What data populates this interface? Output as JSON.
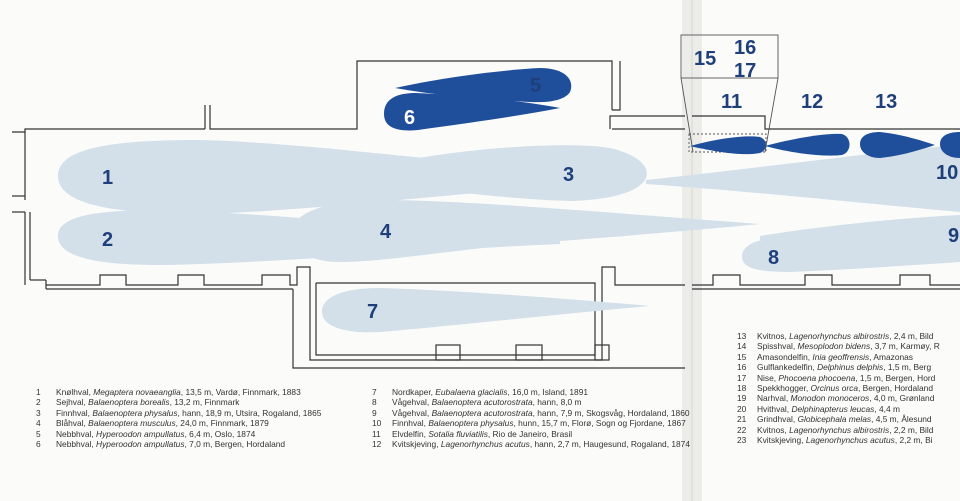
{
  "colors": {
    "light_whale": "#d3e0ea",
    "dark_whale": "#1f4e9b",
    "label": "#1f3f7a",
    "wall": "#333333"
  },
  "labels": {
    "1": "1",
    "2": "2",
    "3": "3",
    "4": "4",
    "5": "5",
    "6": "6",
    "7": "7",
    "8": "8",
    "9": "9",
    "10": "10",
    "11": "11",
    "12": "12",
    "13": "13",
    "15": "15",
    "16": "16",
    "17": "17"
  },
  "captions_left": [
    {
      "num": "1",
      "pre": "Knølhval, ",
      "latin": "Megaptera novaeanglia",
      "post": ", 13,5 m, Vardø, Finnmark, 1883"
    },
    {
      "num": "2",
      "pre": "Sejhval, ",
      "latin": "Balaenoptera borealis",
      "post": ", 13,2 m, Finnmark"
    },
    {
      "num": "3",
      "pre": "Finnhval, ",
      "latin": "Balaenoptera physalus",
      "post": ", hann, 18,9 m, Utsira, Rogaland, 1865"
    },
    {
      "num": "4",
      "pre": "Blåhval, ",
      "latin": "Balaenoptera musculus",
      "post": ", 24,0 m, Finnmark, 1879"
    },
    {
      "num": "5",
      "pre": "Nebbhval, ",
      "latin": "Hyperoodon ampullatus",
      "post": ", 6,4 m, Oslo, 1874"
    },
    {
      "num": "6",
      "pre": "Nebbhval, ",
      "latin": "Hyperoodon ampullatus",
      "post": ", 7,0 m, Bergen, Hordaland"
    }
  ],
  "captions_mid": [
    {
      "num": "7",
      "pre": "Nordkaper, ",
      "latin": "Eubalaena glacialis",
      "post": ", 16,0 m, Island, 1891"
    },
    {
      "num": "8",
      "pre": "Vågehval, ",
      "latin": "Balaenoptera acutorostrata",
      "post": ", hann, 8,0 m"
    },
    {
      "num": "9",
      "pre": "Vågehval, ",
      "latin": "Balaenoptera acutorostrata",
      "post": ", hann, 7,9 m, Skogsvåg, Hordaland, 1860"
    },
    {
      "num": "10",
      "pre": "Finnhval, ",
      "latin": "Balaenoptera physalus",
      "post": ", hunn, 15,7 m, Florø, Sogn og Fjordane, 1867"
    },
    {
      "num": "11",
      "pre": "Elvdelfin, ",
      "latin": "Sotalia fluviatilis",
      "post": ", Rio de Janeiro, Brasil"
    },
    {
      "num": "12",
      "pre": "Kvitskjeving, ",
      "latin": "Lagenorhynchus acutus",
      "post": ", hann, 2,7 m, Haugesund, Rogaland, 1874"
    }
  ],
  "captions_right": [
    {
      "num": "13",
      "pre": "Kvitnos, ",
      "latin": "Lagenorhynchus albirostris",
      "post": ", 2,4 m, Bild"
    },
    {
      "num": "14",
      "pre": "Spisshval, ",
      "latin": "Mesoplodon bidens",
      "post": ", 3,7 m, Karmøy, R"
    },
    {
      "num": "15",
      "pre": "Amasondelfin, ",
      "latin": "Inia geoffrensis",
      "post": ", Amazonas"
    },
    {
      "num": "16",
      "pre": "Gulflankedelfin, ",
      "latin": "Delphinus delphis",
      "post": ", 1,5 m, Berg"
    },
    {
      "num": "17",
      "pre": "Nise, ",
      "latin": "Phocoena phocoena",
      "post": ", 1,5 m, Bergen, Hord"
    },
    {
      "num": "18",
      "pre": "Spekkhogger, ",
      "latin": "Orcinus orca",
      "post": ", Bergen, Hordaland"
    },
    {
      "num": "19",
      "pre": "Narhval, ",
      "latin": "Monodon monoceros",
      "post": ", 4,0 m, Grønland"
    },
    {
      "num": "20",
      "pre": "Hvithval, ",
      "latin": "Delphinapterus leucas",
      "post": ", 4,4 m"
    },
    {
      "num": "21",
      "pre": "Grindhval, ",
      "latin": "Globicephala melas",
      "post": ", 4,5 m, Ålesund"
    },
    {
      "num": "22",
      "pre": "Kvitnos, ",
      "latin": "Lagenorhynchus albirostris",
      "post": ", 2,2 m, Bild"
    },
    {
      "num": "23",
      "pre": "Kvitskjeving, ",
      "latin": "Lagenorhynchus acutus",
      "post": ", 2,2 m, Bi"
    }
  ]
}
